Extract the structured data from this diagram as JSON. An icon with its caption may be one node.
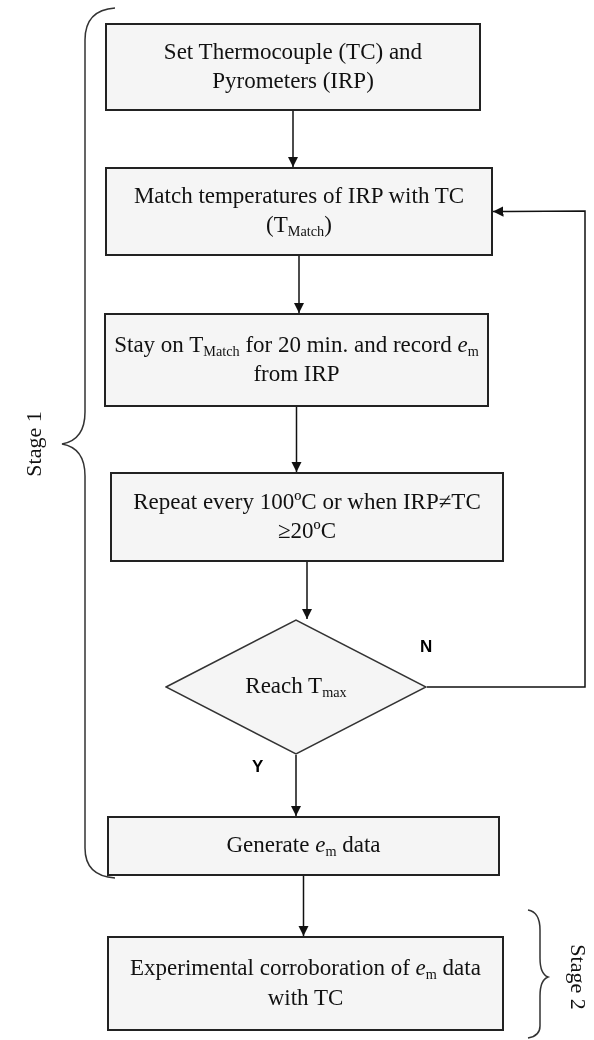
{
  "diagram": {
    "nodes": [
      {
        "text": [
          "Set  Thermocouple  (TC) and Pyrometers (IRP)"
        ]
      },
      {
        "text": [
          "Match temperatures  of IRP with TC  (T$_{Match}$)"
        ]
      },
      {
        "text": [
          "Stay on T$_{Match}$ for 20 min. and record *e*$_{m}$ from IRP"
        ]
      },
      {
        "text": [
          "Repeat every 100ºC or when IRP≠TC ≥20ºC"
        ]
      },
      {
        "text": [
          "Reach T$_{max}$"
        ]
      },
      {
        "text": [
          "Generate *e*$_{m}$ data"
        ]
      },
      {
        "text": [
          "Experimental  corroboration of *e*$_{m}$  data with TC"
        ]
      }
    ],
    "edges": [
      {
        "from": 0,
        "to": 1,
        "arrow": "to"
      },
      {
        "from": 1,
        "to": 2,
        "arrow": "to"
      },
      {
        "from": 2,
        "to": 3,
        "arrow": "to"
      },
      {
        "from": 3,
        "to": 4,
        "arrow": "to"
      },
      {
        "from": 4,
        "to": 1,
        "arrow": "to",
        "label": "N"
      },
      {
        "from": 4,
        "to": 5,
        "arrow": "to",
        "label": "Y"
      },
      {
        "from": 5,
        "to": 6,
        "arrow": "to"
      }
    ],
    "labels": [
      "Stage 1",
      "Stage 2"
    ]
  }
}
